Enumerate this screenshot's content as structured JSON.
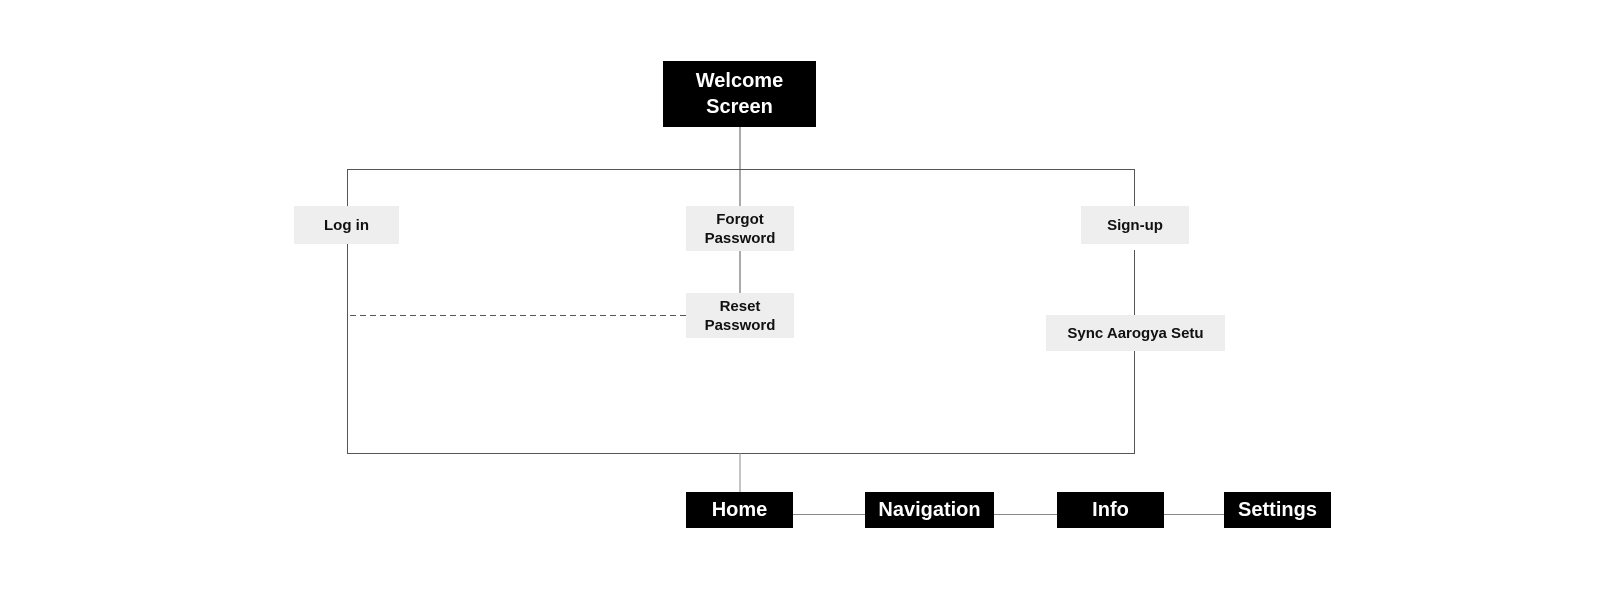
{
  "diagram": {
    "colors": {
      "dark_node": "#000000",
      "dark_text": "#ffffff",
      "light_node": "#efeeee",
      "line": "#555555"
    },
    "nodes": {
      "welcome": "Welcome\nScreen",
      "login": "Log in",
      "forgot": "Forgot\nPassword",
      "reset": "Reset\nPassword",
      "signup": "Sign-up",
      "sync": "Sync Aarogya Setu",
      "home": "Home",
      "navigation": "Navigation",
      "info": "Info",
      "settings": "Settings"
    }
  }
}
